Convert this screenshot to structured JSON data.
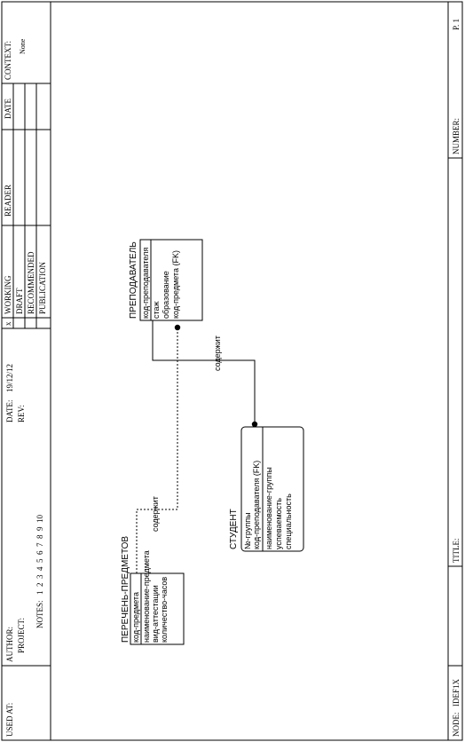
{
  "frame": {
    "used_at_label": "USED AT:",
    "author_label": "AUTHOR:",
    "project_label": "PROJECT:",
    "date_label": "DATE:",
    "date_value": "19/12/12",
    "rev_label": "REV:",
    "notes_label": "NOTES:",
    "notes_numbers": "1  2  3  4  5  6  7  8  9  10",
    "status_marker": "x",
    "status_items": [
      "WORKING",
      "DRAFT",
      "RECOMMENDED",
      "PUBLICATION"
    ],
    "reader_label": "READER",
    "reader_date_label": "DATE",
    "context_label": "CONTEXT:",
    "context_value": "None",
    "node_label": "NODE:",
    "node_value": "IDEF1X",
    "title_label": "TITLE:",
    "number_label": "NUMBER:",
    "page_value": "P. 1"
  },
  "entities": {
    "subjects": {
      "title": "ПЕРЕЧЕНЬ-ПРЕДМЕТОВ",
      "key": [
        "код-предмета"
      ],
      "attributes": [
        "наименование-предмета",
        "вид-аттестации",
        "количество-часов"
      ]
    },
    "teacher": {
      "title": "ПРЕПОДАВАТЕЛЬ",
      "key": [
        "код-преподавателя"
      ],
      "attributes": [
        "стаж",
        "образование",
        "код-предмета (FK)"
      ]
    },
    "student": {
      "title": "СТУДЕНТ",
      "key": [
        "№-группы",
        "код-преподавателя (FK)"
      ],
      "attributes": [
        "наименование-группы",
        "успеваемость",
        "специальность"
      ]
    }
  },
  "relationships": {
    "subjects_teacher": {
      "label": "содержит",
      "style": "dashed"
    },
    "teacher_student": {
      "label": "содержит",
      "style": "solid"
    }
  }
}
